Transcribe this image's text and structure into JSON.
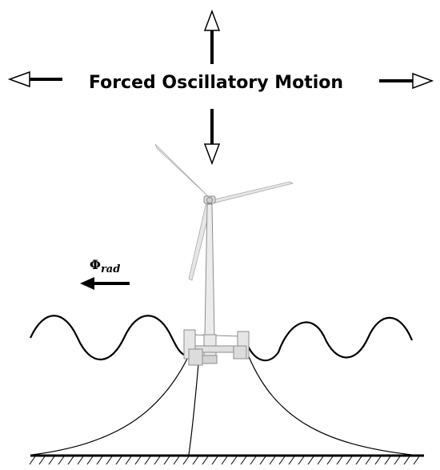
{
  "labels": {
    "title": "Forced Oscillatory Motion",
    "potential_symbol": "Φ",
    "potential_subscript": "rad"
  },
  "colors": {
    "ink": "#000000",
    "turbine_fill": "#e6e6e6",
    "turbine_stroke": "#8c8c8c"
  },
  "icons": {
    "motion_arrows": "open-arrow",
    "radiation_arrow": "left-arrow",
    "seabed": "hatched-ground"
  }
}
